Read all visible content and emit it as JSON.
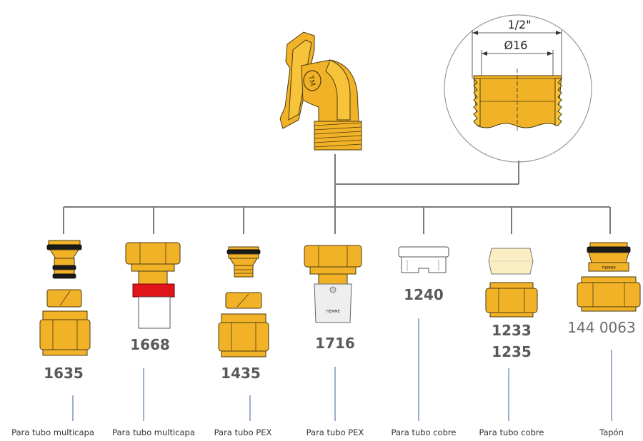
{
  "detail": {
    "dim_outer": "1/2\"",
    "dim_inner": "Ø16"
  },
  "elbow": {
    "logo": "TM"
  },
  "products": [
    {
      "code": "1635",
      "caption": "Para tubo multicapa"
    },
    {
      "code": "1668",
      "caption": "Para tubo multicapa"
    },
    {
      "code": "1435",
      "caption": "Para tubo PEX"
    },
    {
      "code": "1716",
      "caption": "Para tubo PEX"
    },
    {
      "code": "1240",
      "caption": "Para tubo cobre"
    },
    {
      "code": "1233",
      "code2": "1235",
      "caption": "Para tubo cobre"
    },
    {
      "code": "144 0063",
      "caption": "Tapón"
    }
  ],
  "engravings": {
    "sleeve_1716": "TIEMME",
    "plug_ring": "TIEMME"
  },
  "colors": {
    "brass": "#f2b227",
    "connector_line": "#7a7a7a",
    "leader_line": "#5a7aa8",
    "red_ring": "#e0141b"
  }
}
